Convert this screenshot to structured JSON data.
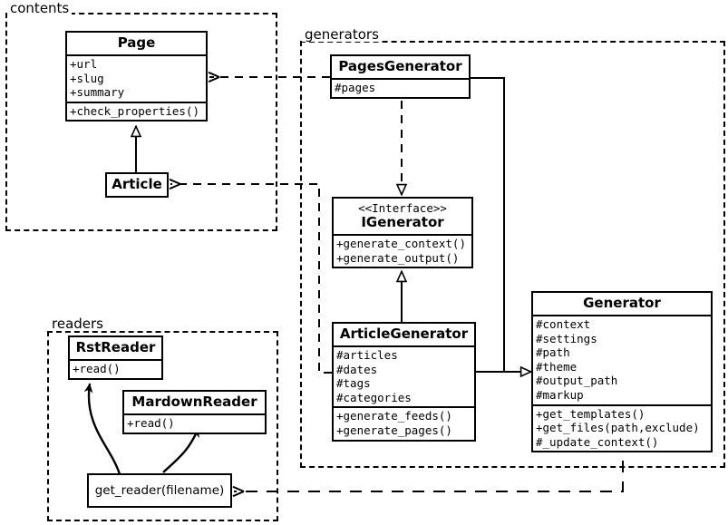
{
  "diagram": {
    "title": "UML class diagram",
    "stroke_color": "#000000",
    "background_color": "#ffffff"
  },
  "packages": [
    {
      "id": "contents",
      "label": "contents"
    },
    {
      "id": "generators",
      "label": "generators"
    },
    {
      "id": "readers",
      "label": "readers"
    }
  ],
  "classes": {
    "page": {
      "name": "Page",
      "attributes": [
        "+url",
        "+slug",
        "+summary"
      ],
      "methods": [
        "+check_properties()"
      ]
    },
    "article": {
      "name": "Article",
      "attributes": [],
      "methods": []
    },
    "pages_generator": {
      "name": "PagesGenerator",
      "attributes": [
        "#pages"
      ],
      "methods": []
    },
    "igenerator": {
      "stereotype": "<<Interface>>",
      "name": "IGenerator",
      "attributes": [],
      "methods": [
        "+generate_context()",
        "+generate_output()"
      ]
    },
    "article_generator": {
      "name": "ArticleGenerator",
      "attributes": [
        "#articles",
        "#dates",
        "#tags",
        "#categories"
      ],
      "methods": [
        "+generate_feeds()",
        "+generate_pages()"
      ]
    },
    "generator": {
      "name": "Generator",
      "attributes": [
        "#context",
        "#settings",
        "#path",
        "#theme",
        "#output_path",
        "#markup"
      ],
      "methods": [
        "+get_templates()",
        "+get_files(path,exclude)",
        "#_update_context()"
      ]
    },
    "rst_reader": {
      "name": "RstReader",
      "attributes": [],
      "methods": [
        "+read()"
      ]
    },
    "mardown_reader": {
      "name": "MardownReader",
      "attributes": [],
      "methods": [
        "+read()"
      ]
    },
    "get_reader": {
      "name": "get_reader(filename)"
    }
  },
  "relationships": [
    {
      "id": "article-inherits-page",
      "type": "generalization",
      "from": "Article",
      "to": "Page"
    },
    {
      "id": "pagesgenerator-realizes-igenerator",
      "type": "realization",
      "from": "PagesGenerator",
      "to": "IGenerator"
    },
    {
      "id": "articlegenerator-realizes-igenerator",
      "type": "realization",
      "from": "ArticleGenerator",
      "to": "IGenerator"
    },
    {
      "id": "pagesgenerator-inherits-generator",
      "type": "generalization",
      "from": "PagesGenerator",
      "to": "Generator"
    },
    {
      "id": "articlegenerator-inherits-generator",
      "type": "generalization",
      "from": "ArticleGenerator",
      "to": "Generator"
    },
    {
      "id": "pagesgenerator-depends-page",
      "type": "dependency",
      "from": "PagesGenerator",
      "to": "Page"
    },
    {
      "id": "articlegenerator-depends-article",
      "type": "dependency",
      "from": "ArticleGenerator",
      "to": "Article"
    },
    {
      "id": "generator-depends-getreader",
      "type": "dependency",
      "from": "Generator",
      "to": "get_reader(filename)"
    },
    {
      "id": "getreader-creates-rstreader",
      "type": "association",
      "from": "get_reader(filename)",
      "to": "RstReader"
    },
    {
      "id": "getreader-creates-mardownreader",
      "type": "association",
      "from": "get_reader(filename)",
      "to": "MardownReader"
    }
  ]
}
